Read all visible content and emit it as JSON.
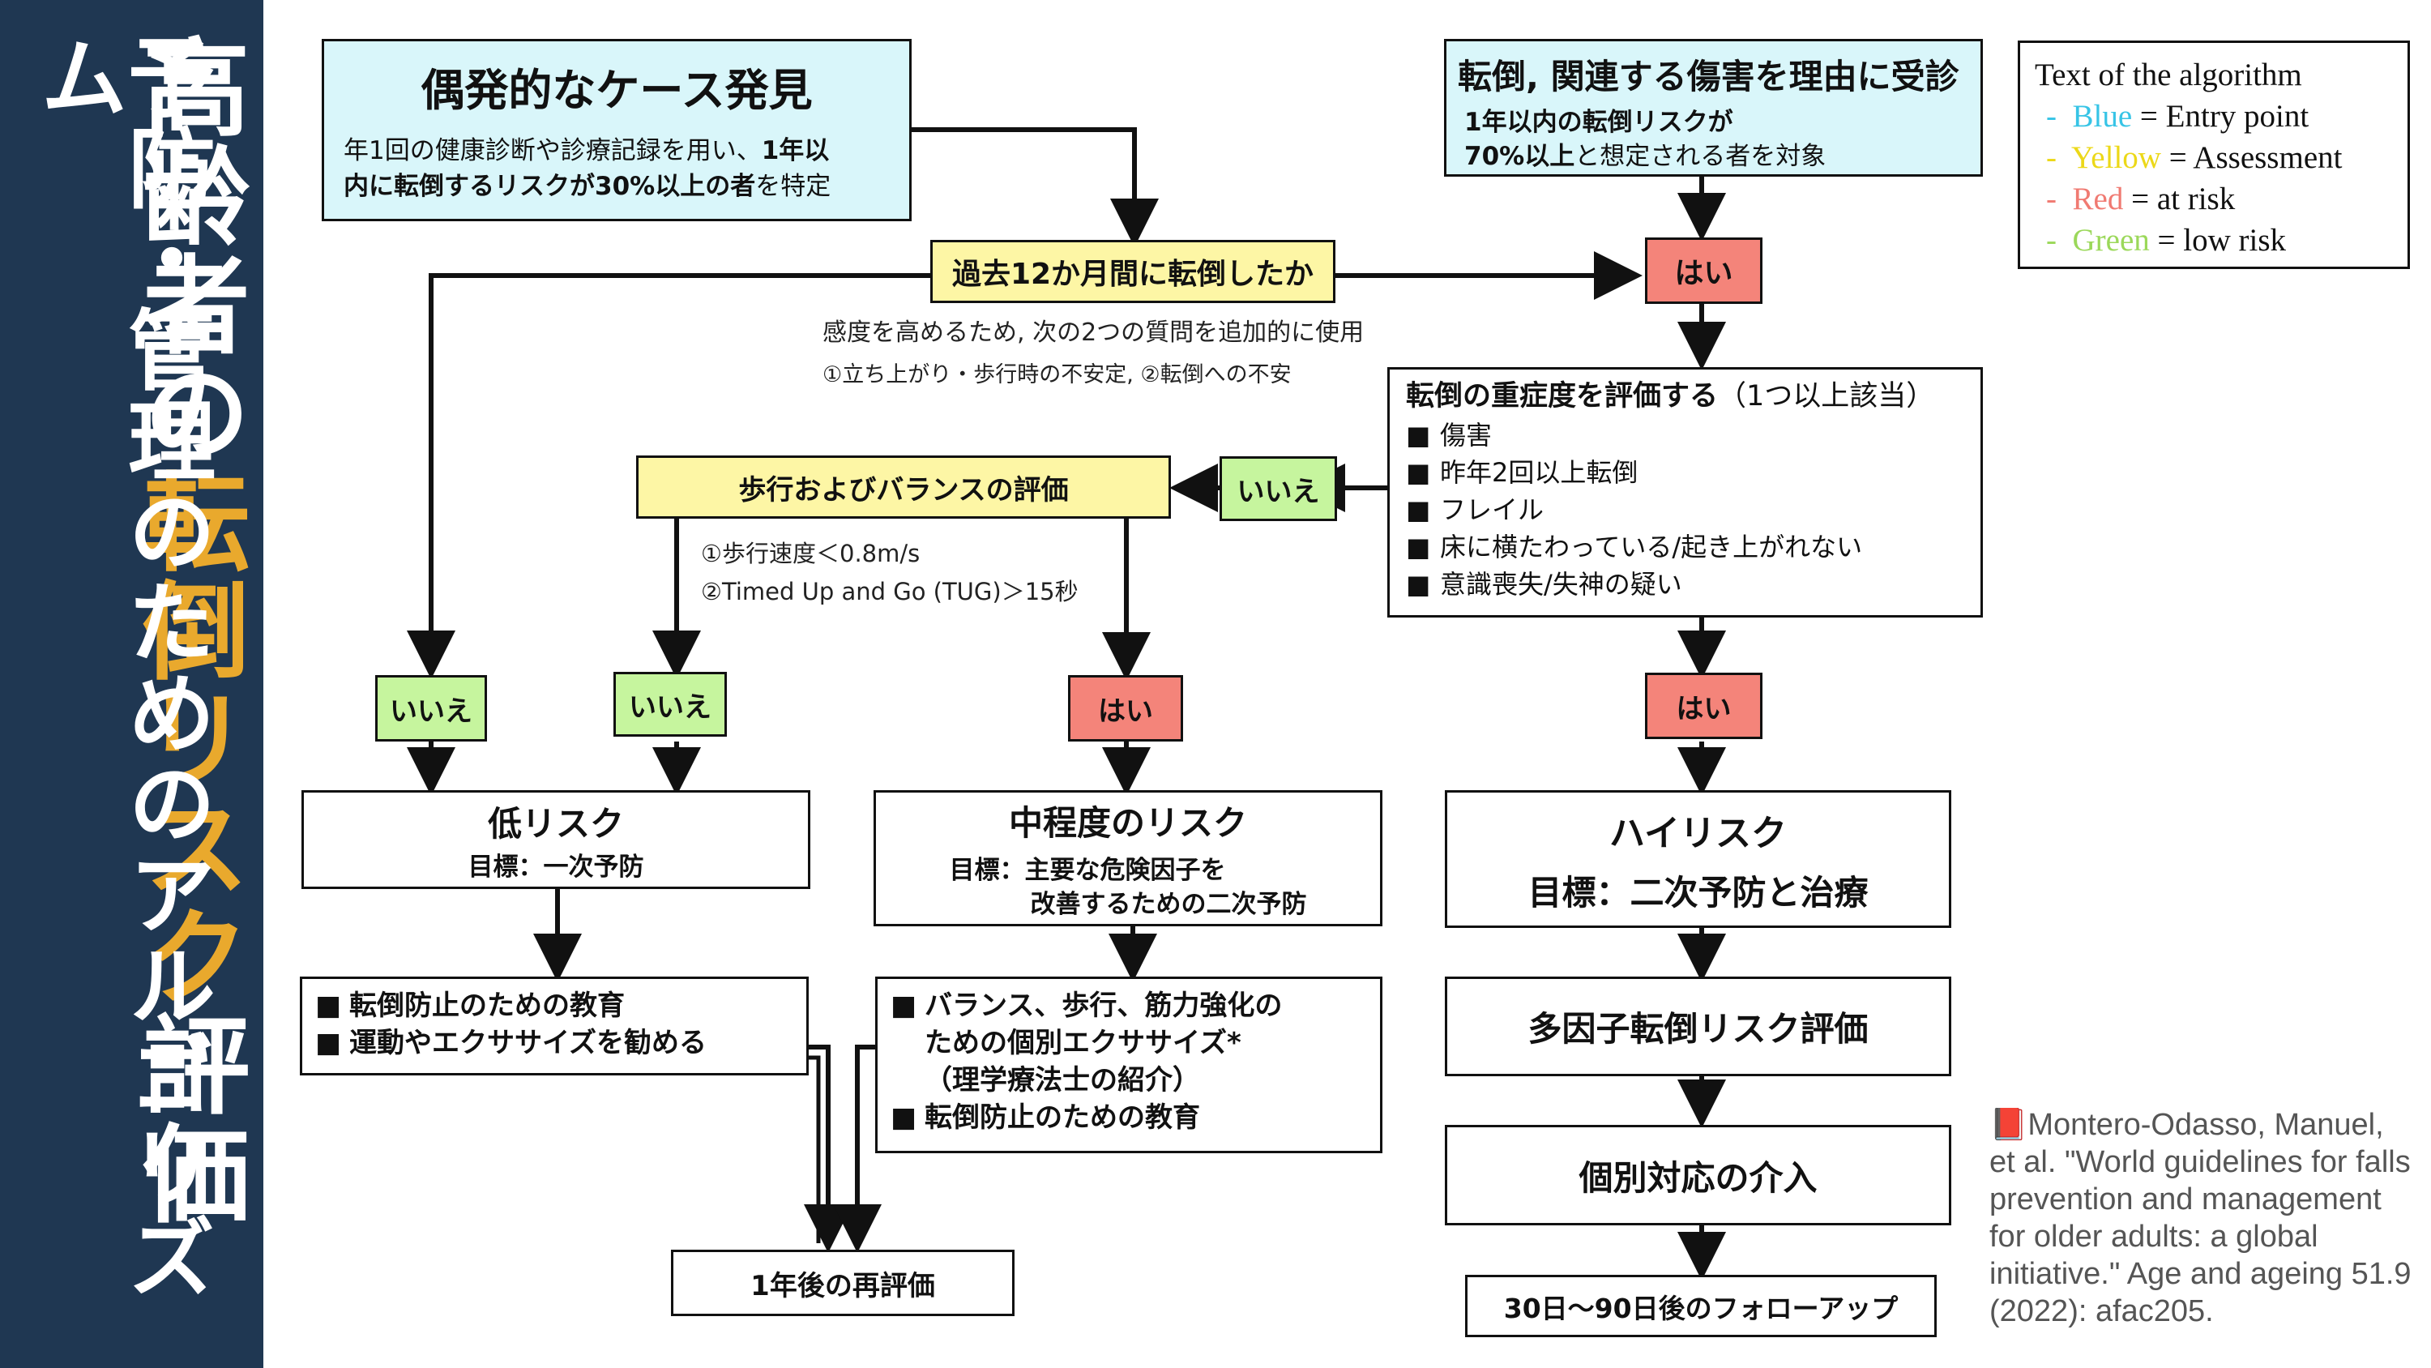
{
  "title": {
    "main_pre": "高齢者の",
    "main_hl": "転倒リスク",
    "main_post": "評価",
    "sub": "予防・管理のためのアルゴリズム"
  },
  "legend": {
    "heading": "Text of the algorithm",
    "items": [
      {
        "name": "Blue",
        "rest": " = Entry point",
        "color": "#37c4e6"
      },
      {
        "name": "Yellow",
        "rest": " = Assessment",
        "color": "#ecd818"
      },
      {
        "name": "Red",
        "rest": " = at risk",
        "color": "#f07a72"
      },
      {
        "name": "Green",
        "rest": " = low risk",
        "color": "#9bd85a"
      }
    ],
    "dash": "-"
  },
  "entry_left": {
    "title": "偶発的なケース発見",
    "line1_pre": "年1回の健康診断や診療記録を用い、",
    "line1_bold": "1年以",
    "line2_bold": "内に転倒するリスクが30%以上の者",
    "line2_post": "を特定"
  },
  "entry_right": {
    "title": "転倒, 関連する傷害を理由に受診",
    "line1": "1年以内の転倒リスクが",
    "line2_bold": "70%以上",
    "line2_post": "と想定される者を対象"
  },
  "q_fall": "過去12か月間に転倒したか",
  "q_fall_note1": "感度を高めるため, 次の2つの質問を追加的に使用",
  "q_fall_note2": "①立ち上がり・歩行時の不安定, ②転倒への不安",
  "severity": {
    "title": "転倒の重症度を評価する",
    "title_note": "（1つ以上該当）",
    "items": [
      "傷害",
      "昨年2回以上転倒",
      "フレイル",
      "床に横たわっている/起き上がれない",
      "意識喪失/失神の疑い"
    ]
  },
  "gait": {
    "title": "歩行およびバランスの評価",
    "note1": "①歩行速度＜0.8m/s",
    "note2": "②Timed Up and Go (TUG)＞15秒"
  },
  "yes": "はい",
  "no": "いいえ",
  "low": {
    "title": "低リスク",
    "goal": "目標：一次予防"
  },
  "mid": {
    "title": "中程度のリスク",
    "goal1": "目標：主要な危険因子を",
    "goal2": "改善するための二次予防"
  },
  "high": {
    "title": "ハイリスク",
    "goal": "目標：二次予防と治療"
  },
  "low_actions": [
    "転倒防止のための教育",
    "運動やエクササイズを勧める"
  ],
  "mid_actions": {
    "item1_line1": "バランス、歩行、筋力強化の",
    "item1_line2": "ための個別エクササイズ*",
    "item1_line3": "（理学療法士の紹介）",
    "item2": "転倒防止のための教育"
  },
  "high_steps": [
    "多因子転倒リスク評価",
    "個別対応の介入",
    "30日〜90日後のフォローアップ"
  ],
  "reeval": "1年後の再評価",
  "citation": "📕Montero-Odasso, Manuel, et al. \"World guidelines for falls prevention and management for older adults: a global initiative.\" Age and ageing 51.9 (2022): afac205."
}
